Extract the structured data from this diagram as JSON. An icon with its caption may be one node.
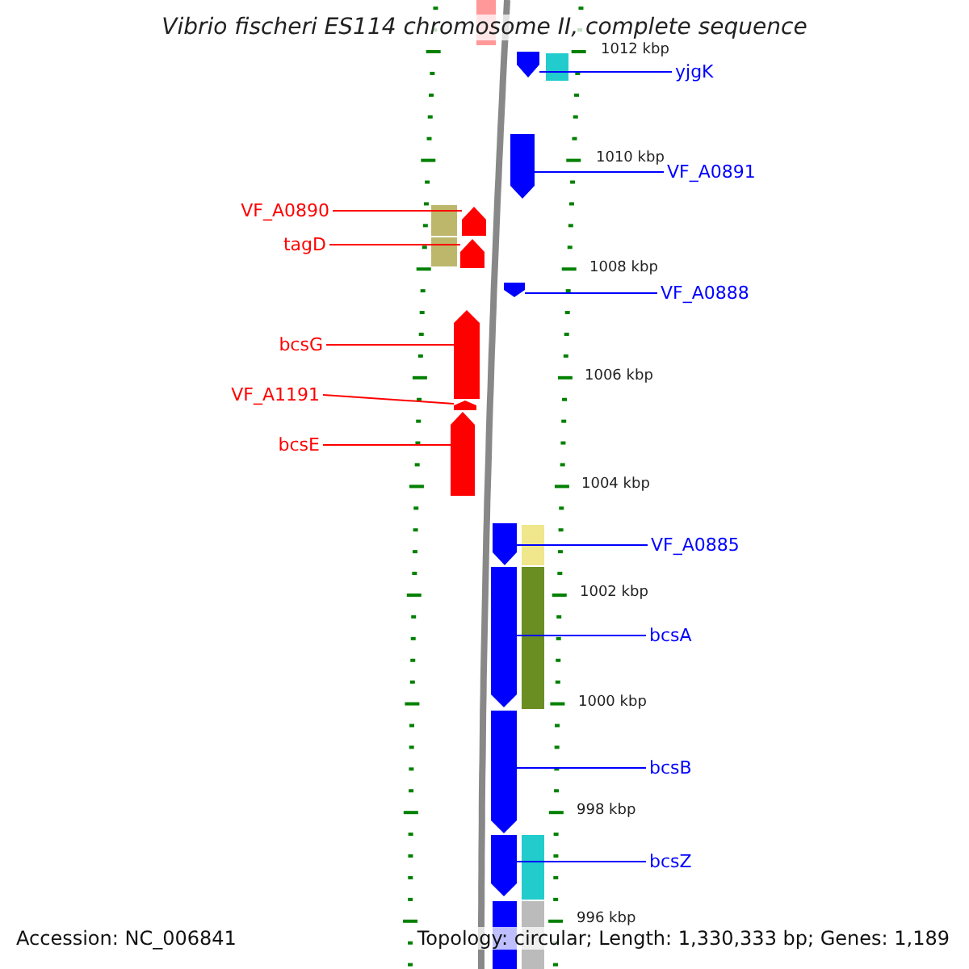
{
  "diagram": {
    "title": "Vibrio fischeri ES114 chromosome II, complete sequence",
    "nodes": [
      {
        "text": [
          "yjgK"
        ]
      },
      {
        "text": [],
        "shape": "bar"
      },
      {
        "text": [
          "VF_A0891"
        ]
      },
      {
        "text": [],
        "shape": "bar"
      },
      {
        "text": [
          "VF_A0890"
        ]
      },
      {
        "text": [],
        "shape": "bar"
      },
      {
        "text": [
          "tagD"
        ]
      },
      {
        "text": [],
        "shape": "bar"
      },
      {
        "text": [
          "VF_A0888"
        ]
      },
      {
        "text": [],
        "shape": "bar"
      },
      {
        "text": [
          "bcsG"
        ]
      },
      {
        "text": [],
        "shape": "bar"
      },
      {
        "text": [
          "VF_A1191"
        ]
      },
      {
        "text": [],
        "shape": "bar"
      },
      {
        "text": [
          "bcsE"
        ]
      },
      {
        "text": [],
        "shape": "bar"
      },
      {
        "text": [
          "VF_A0885"
        ]
      },
      {
        "text": [],
        "shape": "bar"
      },
      {
        "text": [
          "bcsA"
        ]
      },
      {
        "text": [],
        "shape": "bar"
      },
      {
        "text": [
          "bcsB"
        ]
      },
      {
        "text": [],
        "shape": "bar"
      },
      {
        "text": [
          "bcsZ"
        ]
      },
      {
        "text": [],
        "shape": "bar"
      }
    ],
    "edges": [
      {
        "from": 0,
        "to": 1,
        "arrow": "none"
      },
      {
        "from": 2,
        "to": 3,
        "arrow": "none"
      },
      {
        "from": 4,
        "to": 5,
        "arrow": "none",
        "color": "#ff0000"
      },
      {
        "from": 6,
        "to": 7,
        "arrow": "none",
        "color": "#ff0000"
      },
      {
        "from": 8,
        "to": 9,
        "arrow": "none"
      },
      {
        "from": 10,
        "to": 11,
        "arrow": "none",
        "color": "#ff0000"
      },
      {
        "from": 12,
        "to": 13,
        "arrow": "none",
        "color": "#ff0000"
      },
      {
        "from": 14,
        "to": 15,
        "arrow": "none",
        "color": "#ff0000"
      },
      {
        "from": 16,
        "to": 17,
        "arrow": "none"
      },
      {
        "from": 18,
        "to": 19,
        "arrow": "none"
      },
      {
        "from": 20,
        "to": 21,
        "arrow": "none"
      },
      {
        "from": 22,
        "to": 23,
        "arrow": "none"
      }
    ],
    "labels": [
      "1012 kbp",
      "1010 kbp",
      "1008 kbp",
      "1006 kbp",
      "1004 kbp",
      "1002 kbp",
      "1000 kbp",
      "998 kbp",
      "996 kbp",
      "Accession: NC_006841",
      "Topology: circular; Length: 1,330,333 bp; Genes: 1,189"
    ]
  }
}
